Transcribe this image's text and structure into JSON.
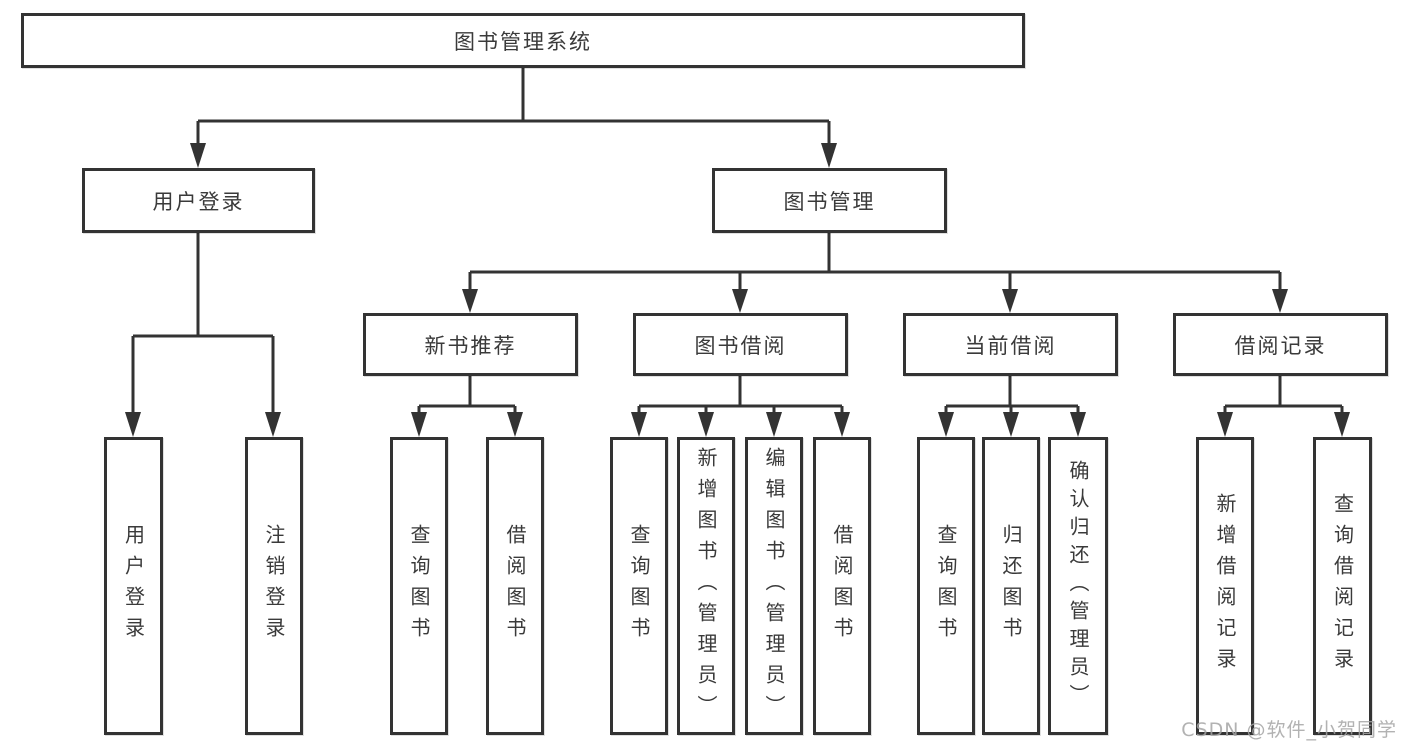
{
  "diagram": {
    "type": "hierarchy-tree",
    "root": {
      "label": "图书管理系统",
      "children": [
        {
          "label": "用户登录",
          "children": [
            {
              "label": "用户登录"
            },
            {
              "label": "注销登录"
            }
          ]
        },
        {
          "label": "图书管理",
          "children": [
            {
              "label": "新书推荐",
              "children": [
                {
                  "label": "查询图书"
                },
                {
                  "label": "借阅图书"
                }
              ]
            },
            {
              "label": "图书借阅",
              "children": [
                {
                  "label": "查询图书"
                },
                {
                  "label": "新增图书（管理员）"
                },
                {
                  "label": "编辑图书（管理员）"
                },
                {
                  "label": "借阅图书"
                }
              ]
            },
            {
              "label": "当前借阅",
              "children": [
                {
                  "label": "查询图书"
                },
                {
                  "label": "归还图书"
                },
                {
                  "label": "确认归还（管理员）"
                }
              ]
            },
            {
              "label": "借阅记录",
              "children": [
                {
                  "label": "新增借阅记录"
                },
                {
                  "label": "查询借阅记录"
                }
              ]
            }
          ]
        }
      ]
    }
  },
  "watermark": {
    "text": "CSDN @软件_小贺同学"
  },
  "colors": {
    "line": "#333333",
    "box_border": "#333333",
    "text": "#3a3a3a",
    "watermark": "#a5a5a5",
    "background": "#ffffff"
  }
}
